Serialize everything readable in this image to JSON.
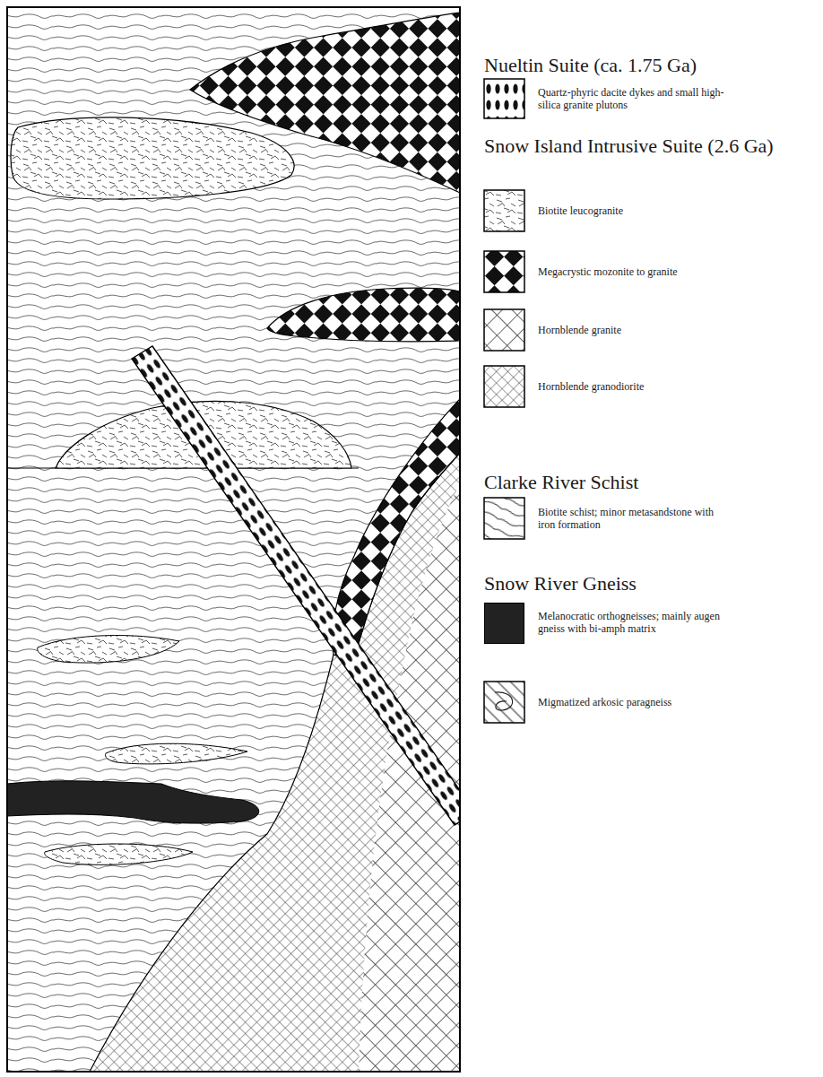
{
  "diagram": {
    "labels": [
      "Nueltin Suite (ca. 1.75 Ga)",
      "Snow Island Intrusive Suite (2.6 Ga)",
      "Clarke River Schist",
      "Snow River Gneiss"
    ],
    "legend": [
      {
        "text": "Quartz-phyric dacite dykes and small high-silica granite plutons"
      },
      {
        "text": "Biotite leucogranite"
      },
      {
        "text": "Megacrystic mozonite to granite"
      },
      {
        "text": "Hornblende granite"
      },
      {
        "text": "Hornblende granodiorite"
      },
      {
        "text": "Biotite schist; minor metasandstone with iron formation"
      },
      {
        "text": "Melanocratic orthogneisses; mainly augen gneiss with bi-amph matrix",
        "color": "#222222"
      },
      {
        "text": "Migmatized arkosic paragneiss"
      }
    ]
  }
}
